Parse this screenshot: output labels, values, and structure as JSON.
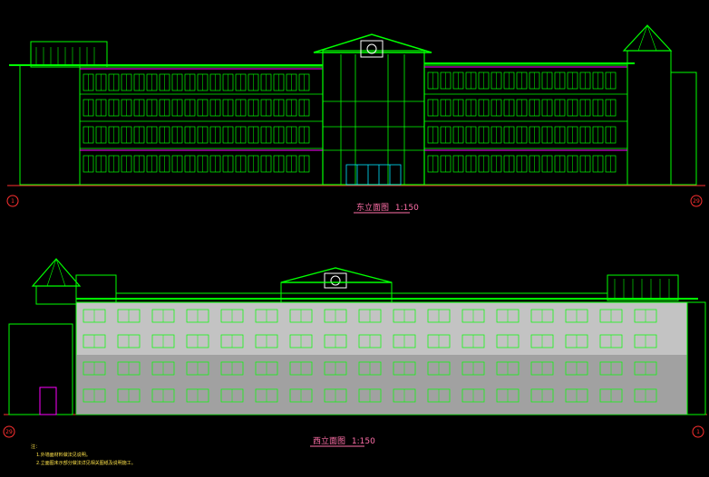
{
  "drawing": {
    "background": "#000000",
    "colors": {
      "line": "#00ff00",
      "accent": "#ff00ff",
      "text": "#ff6fa8",
      "axis": "#ff3030",
      "note": "#ffe34a",
      "wall": "#e6e6e6",
      "cyan": "#00e5ff",
      "yellow": "#ffff00"
    }
  },
  "east_elevation": {
    "title": "东立面图",
    "scale": "1:150",
    "axis_left": "1",
    "axis_right": "29"
  },
  "west_elevation": {
    "title": "西立面图",
    "scale": "1:150",
    "axis_left": "29",
    "axis_right": "1"
  },
  "notes": {
    "heading": "注：",
    "lines": [
      "1.外墙面材料做法见说明。",
      "2.立面图未示部分做法详见相关图纸及说明施工。"
    ]
  }
}
